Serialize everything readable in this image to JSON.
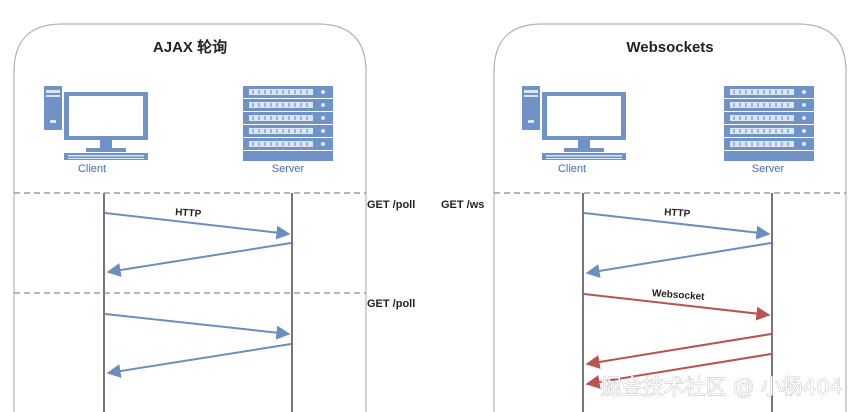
{
  "colors": {
    "http_arrow": "#6c8ebf",
    "websocket_arrow": "#b85450",
    "lifeline": "#555555",
    "divider": "#8a8a8a",
    "panel_border": "#b3b3b3",
    "node_label": "#3d6fb5",
    "device_fill": "#6f93c7",
    "device_light": "#dbe6f5"
  },
  "panels": [
    {
      "title": "AJAX 轮询",
      "client_label": "Client",
      "server_label": "Server",
      "message_label": "HTTP"
    },
    {
      "title": "Websockets",
      "client_label": "Client",
      "server_label": "Server",
      "message_label_http": "HTTP",
      "message_label_ws": "Websocket"
    }
  ],
  "requests": {
    "poll_1": "GET /poll",
    "poll_2": "GET /poll",
    "ws": "GET /ws"
  },
  "watermark": "掘金技术社区 @ 小杨404"
}
